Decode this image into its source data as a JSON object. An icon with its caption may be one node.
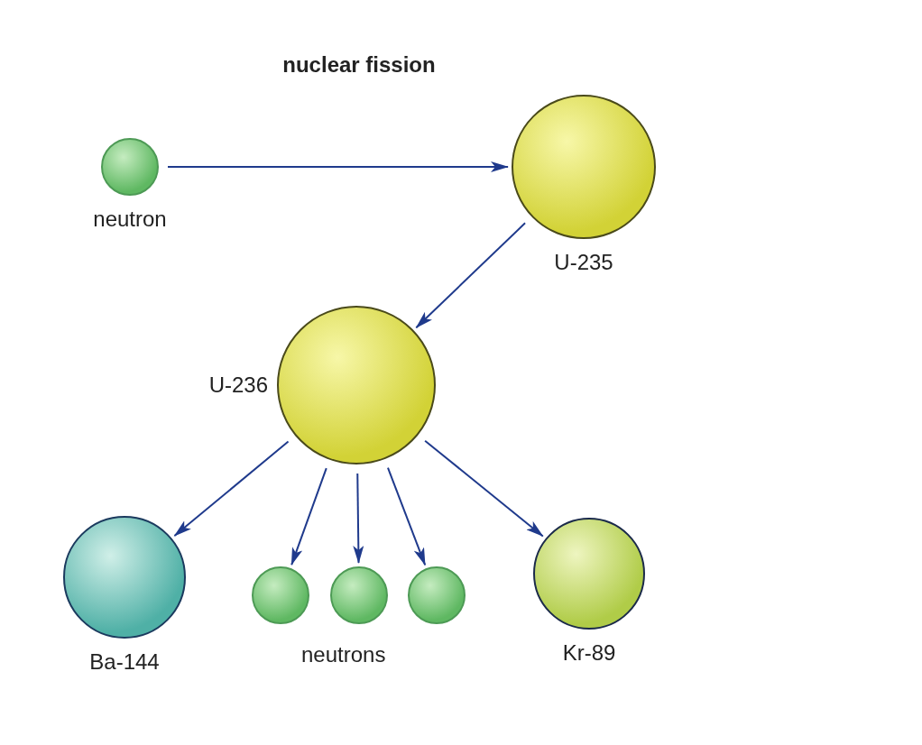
{
  "diagram": {
    "title": "nuclear fission",
    "nodes": [
      {
        "text": [
          "neutron"
        ]
      },
      {
        "text": [
          "U-235"
        ]
      },
      {
        "text": [
          "U-236"
        ]
      },
      {
        "text": [
          "Ba-144"
        ]
      },
      {
        "text": [],
        "shape": "circle"
      },
      {
        "text": [],
        "shape": "circle"
      },
      {
        "text": [],
        "shape": "circle"
      },
      {
        "text": [
          "Kr-89"
        ]
      }
    ],
    "edges": [
      {
        "from": 0,
        "to": 1,
        "arrow": "to"
      },
      {
        "from": 1,
        "to": 2,
        "arrow": "to"
      },
      {
        "from": 2,
        "to": 3,
        "arrow": "to"
      },
      {
        "from": 2,
        "to": 4,
        "arrow": "to"
      },
      {
        "from": 2,
        "to": 5,
        "arrow": "to"
      },
      {
        "from": 2,
        "to": 6,
        "arrow": "to"
      },
      {
        "from": 2,
        "to": 7,
        "arrow": "to"
      }
    ],
    "labels": [
      "neutrons"
    ]
  }
}
